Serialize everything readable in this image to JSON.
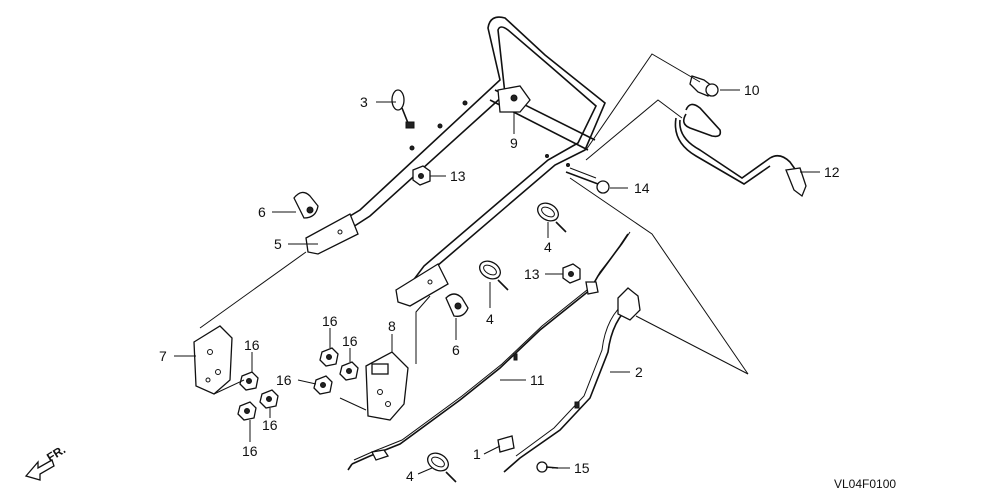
{
  "diagram_code": "VL04F0100",
  "direction_label": "FR.",
  "callouts": [
    {
      "id": "c1",
      "text": "1"
    },
    {
      "id": "c2",
      "text": "2"
    },
    {
      "id": "c3",
      "text": "3"
    },
    {
      "id": "c4a",
      "text": "4"
    },
    {
      "id": "c4b",
      "text": "4"
    },
    {
      "id": "c4c",
      "text": "4"
    },
    {
      "id": "c5",
      "text": "5"
    },
    {
      "id": "c6a",
      "text": "6"
    },
    {
      "id": "c6b",
      "text": "6"
    },
    {
      "id": "c7",
      "text": "7"
    },
    {
      "id": "c8",
      "text": "8"
    },
    {
      "id": "c9",
      "text": "9"
    },
    {
      "id": "c10",
      "text": "10"
    },
    {
      "id": "c11",
      "text": "11"
    },
    {
      "id": "c12",
      "text": "12"
    },
    {
      "id": "c13a",
      "text": "13"
    },
    {
      "id": "c13b",
      "text": "13"
    },
    {
      "id": "c14",
      "text": "14"
    },
    {
      "id": "c15",
      "text": "15"
    },
    {
      "id": "c16a",
      "text": "16"
    },
    {
      "id": "c16b",
      "text": "16"
    },
    {
      "id": "c16c",
      "text": "16"
    },
    {
      "id": "c16d",
      "text": "16"
    },
    {
      "id": "c16e",
      "text": "16"
    }
  ]
}
